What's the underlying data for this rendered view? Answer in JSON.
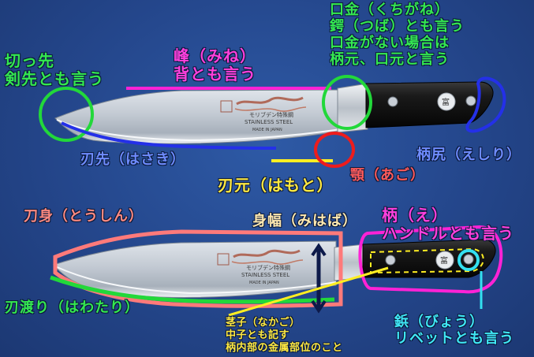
{
  "colors": {
    "background": "#24468b",
    "green": "#22d83a",
    "magenta": "#ff22d6",
    "blue": "#2430e8",
    "yellow": "#ffee22",
    "red": "#ee1c1c",
    "salmon": "#ff7a7a",
    "navy": "#0d1a4a",
    "cyan": "#33e0f0",
    "label_green": "#34e850",
    "label_pink": "#ff40dd",
    "label_blue": "#6f8cff",
    "label_yellow": "#ffe940",
    "label_red": "#ff5a5a",
    "label_salmon": "#ff8a80",
    "label_cyan": "#40e8f5",
    "label_cream": "#ffe9b0"
  },
  "icons": {
    "blade_logo": "dragon-engraving-icon",
    "handle_badge": "maker-emblem-icon",
    "rivet": "rivet-icon"
  },
  "labels": {
    "kissaki": {
      "line1": "切っ先",
      "line2": "剣先とも言う"
    },
    "mine": {
      "line1": "峰（みね）",
      "line2": "背とも言う"
    },
    "kuchigane": {
      "line1": "口金（くちがね）",
      "line2": "鍔（つば）とも言う",
      "line3": "口金がない場合は",
      "line4": "柄元、口元と言う"
    },
    "hasaki": "刃先（はさき）",
    "tsukajiri": "柄尻（えしり）",
    "hamoto": "刃元（はもと）",
    "ago": "顎（あご）",
    "toushin": "刀身（とうしん）",
    "mihaba": "身幅（みはば）",
    "tsuka": {
      "line1": "柄（え）",
      "line2": "ハンドルとも言う"
    },
    "hawatari": "刃渡り（はわたり）",
    "nakago": {
      "line1": "茎子（なかご）",
      "line2": "中子とも記す",
      "line3": "柄内部の金属部位のこと"
    },
    "byou": {
      "line1": "鋲（びょう）",
      "line2": "リベットとも言う"
    }
  },
  "blade_stamp": {
    "line1": "モリブデン特殊鋼",
    "line2": "STAINLESS STEEL",
    "line3": "MADE IN JAPAN",
    "badge": "富"
  }
}
